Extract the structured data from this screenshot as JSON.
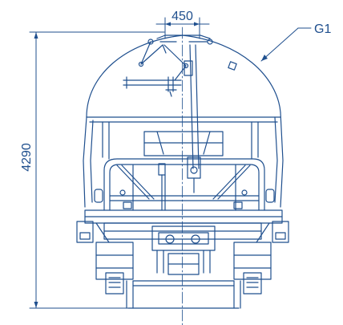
{
  "dimensions": {
    "top_width": "450",
    "overall_height": "4290"
  },
  "callouts": {
    "g1": "G1"
  },
  "colors": {
    "line": "#1f4f8e",
    "background": "#ffffff"
  }
}
